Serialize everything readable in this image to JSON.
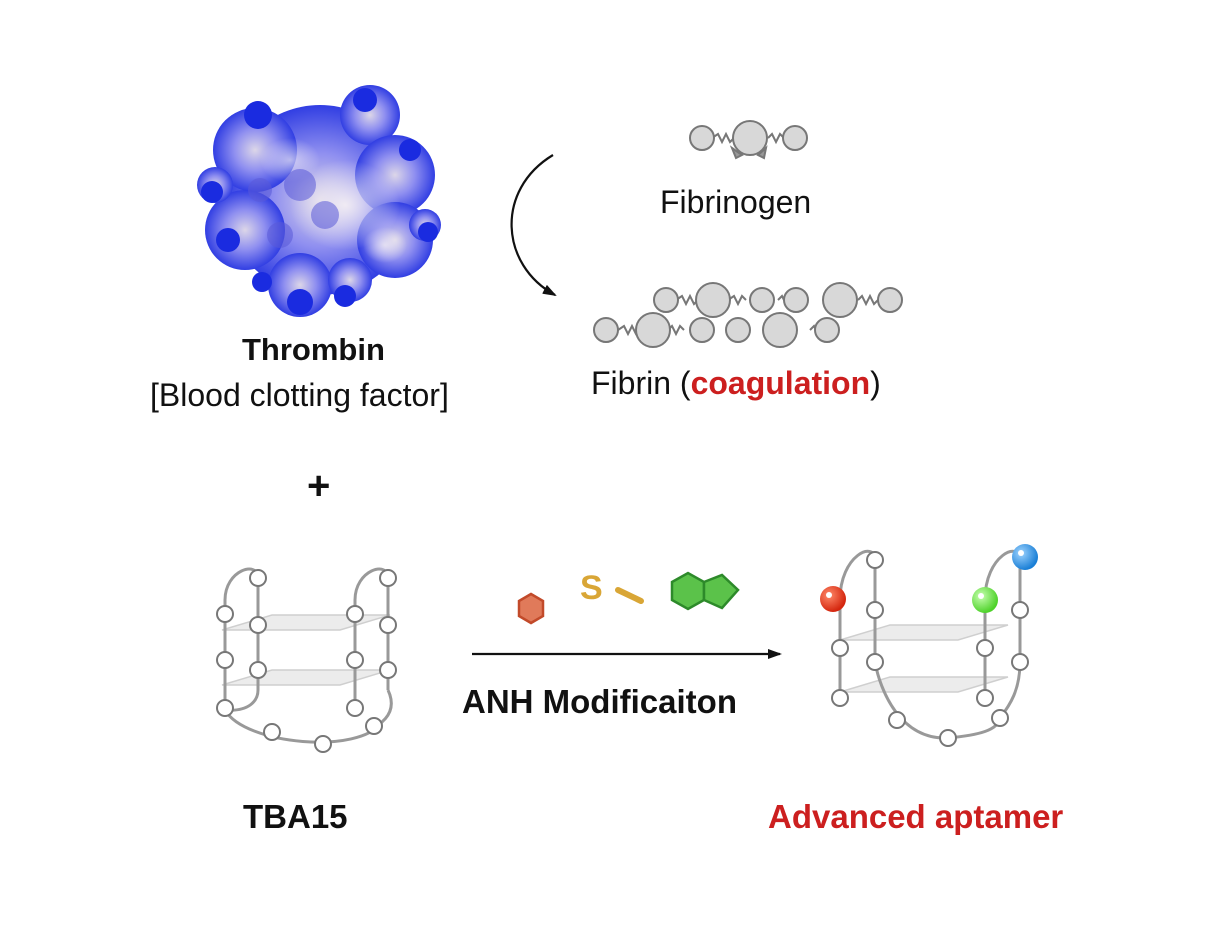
{
  "thrombin": {
    "title": "Thrombin",
    "subtitle": "[Blood clotting factor]"
  },
  "fibrinogen": {
    "label": "Fibrinogen"
  },
  "fibrin": {
    "prefix": "Fibrin (",
    "highlight": "coagulation",
    "suffix": ")"
  },
  "plus": "+",
  "reaction": {
    "label": "ANH Modificaiton"
  },
  "tba": {
    "label": "TBA15"
  },
  "advanced": {
    "label": "Advanced aptamer"
  },
  "modifiers": [
    {
      "name": "hexagon",
      "color": "#d9603f"
    },
    {
      "name": "S",
      "color": "#d9a636"
    },
    {
      "name": "indene",
      "color": "#3bb33b"
    }
  ],
  "colors": {
    "accent_red": "#cc1f1f",
    "protein_blue": "#2233dd",
    "bead_gray": "#d8d8d8",
    "bead_stroke": "#777777",
    "dot_red": "#e03a1e",
    "dot_green": "#6de04a",
    "dot_blue": "#2a93e3"
  }
}
